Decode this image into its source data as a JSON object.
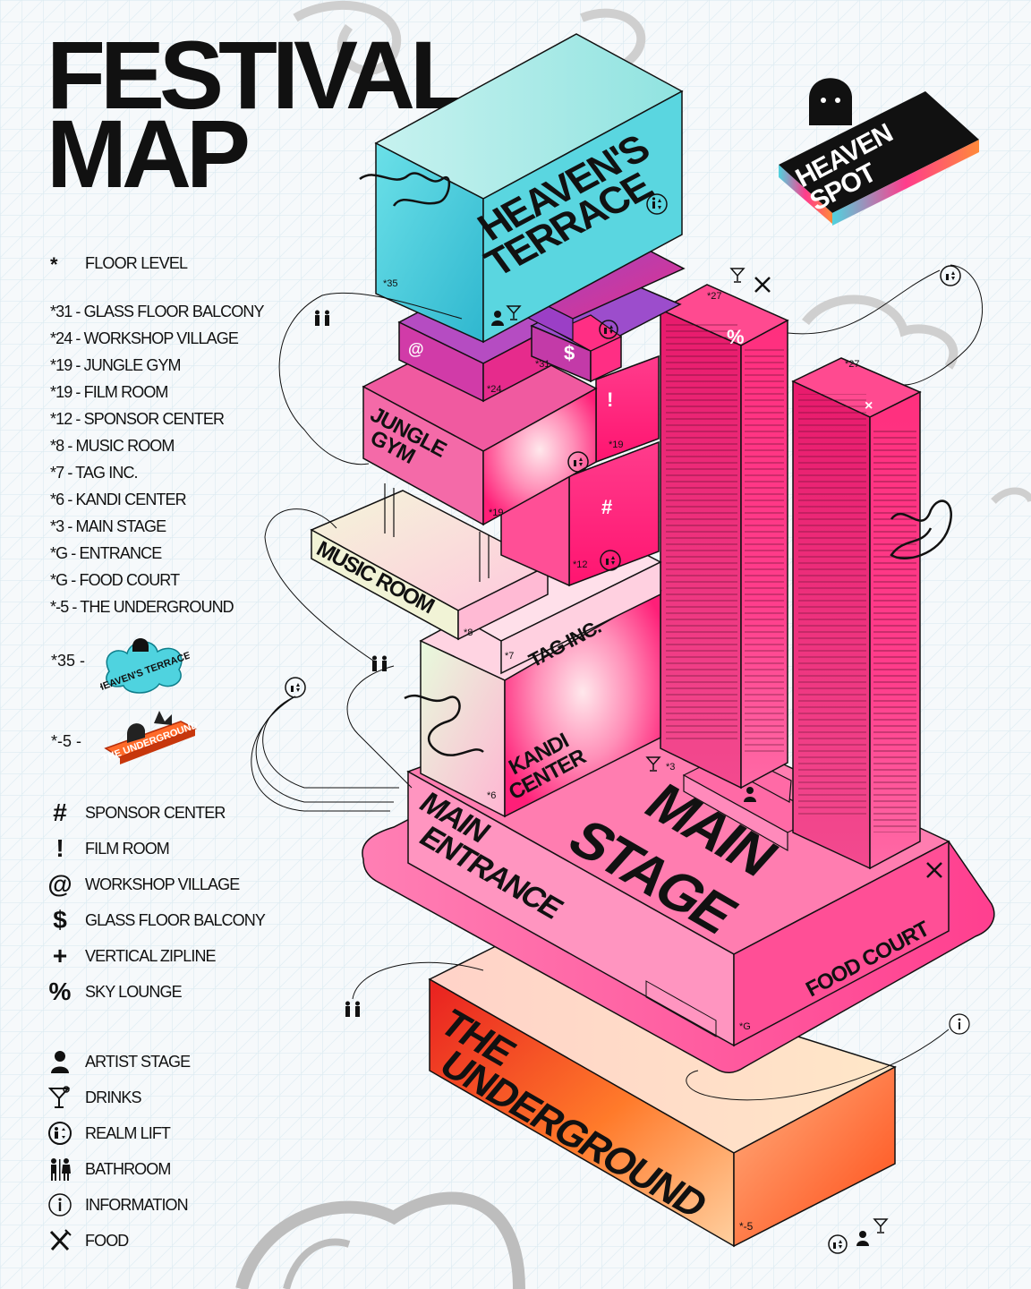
{
  "title": {
    "line1": "FESTIVAL",
    "line2": "MAP"
  },
  "legend": {
    "floor_symbol": "*",
    "floor_label": "FLOOR LEVEL",
    "floors": [
      "*31 - GLASS FLOOR BALCONY",
      "*24 - WORKSHOP VILLAGE",
      "*19 - JUNGLE GYM",
      "*19 - FILM ROOM",
      "*12 - SPONSOR CENTER",
      "*8 - MUSIC ROOM",
      "*7 - TAG INC.",
      "*6 - KANDI CENTER",
      "*3 - MAIN STAGE",
      "*G - ENTRANCE",
      "*G - FOOD COURT",
      "*-5 - THE UNDERGROUND"
    ],
    "badge_35_label": "*35 -",
    "badge_35_text": "HEAVEN'S TERRACE",
    "badge_neg5_label": "*-5 -",
    "badge_neg5_text": "THE UNDERGROUND",
    "symbols": [
      {
        "symbol": "#",
        "label": "SPONSOR CENTER"
      },
      {
        "symbol": "!",
        "label": "FILM ROOM"
      },
      {
        "symbol": "@",
        "label": "WORKSHOP VILLAGE"
      },
      {
        "symbol": "$",
        "label": "GLASS FLOOR BALCONY"
      },
      {
        "symbol": "+",
        "label": "VERTICAL ZIPLINE"
      },
      {
        "symbol": "%",
        "label": "SKY LOUNGE"
      }
    ],
    "icons": [
      {
        "icon": "person-icon",
        "label": "ARTIST STAGE"
      },
      {
        "icon": "cocktail-icon",
        "label": "DRINKS"
      },
      {
        "icon": "lift-icon",
        "label": "REALM LIFT"
      },
      {
        "icon": "bathroom-icon",
        "label": "BATHROOM"
      },
      {
        "icon": "info-icon",
        "label": "INFORMATION"
      },
      {
        "icon": "fork-knife-icon",
        "label": "FOOD"
      }
    ]
  },
  "logo": {
    "line1": "HEAVEN",
    "line2": "SPOT"
  },
  "areas": {
    "heavens_terrace": {
      "line1": "HEAVEN'S",
      "line2": "TERRACE",
      "level": "*35"
    },
    "jungle_gym": {
      "line1": "JUNGLE",
      "line2": "GYM",
      "level": "*19"
    },
    "music_room": {
      "name": "MUSIC ROOM",
      "level": "*8"
    },
    "tag_inc": {
      "name": "TAG INC.",
      "level": "*7"
    },
    "kandi_center": {
      "line1": "KANDI",
      "line2": "CENTER",
      "level": "*6"
    },
    "main_stage": {
      "line1": "MAIN",
      "line2": "STAGE",
      "level": "*3"
    },
    "main_entrance": {
      "line1": "MAIN",
      "line2": "ENTRANCE"
    },
    "food_court": {
      "name": "FOOD COURT",
      "level": "*G"
    },
    "underground": {
      "line1": "THE",
      "line2": "UNDERGROUND",
      "level": "*-5"
    },
    "workshop": {
      "symbol": "@",
      "level": "*24"
    },
    "glass_balcony": {
      "symbol": "$",
      "level": "*31"
    },
    "film_room": {
      "symbol": "!",
      "level": "*19"
    },
    "sponsor_center": {
      "symbol": "#",
      "level": "*12"
    },
    "sky_tower": {
      "symbol": "%",
      "level": "*27"
    },
    "zipline_tower": {
      "symbol": "×",
      "level": "*27"
    }
  },
  "colors": {
    "cyan": "#4fd3df",
    "magenta": "#ff1e7a",
    "pink": "#ff5fa8",
    "orange": "#ff5a1e",
    "red": "#e82020",
    "purple": "#a23dd0",
    "ink": "#111111",
    "grid": "#d6e7ef"
  }
}
